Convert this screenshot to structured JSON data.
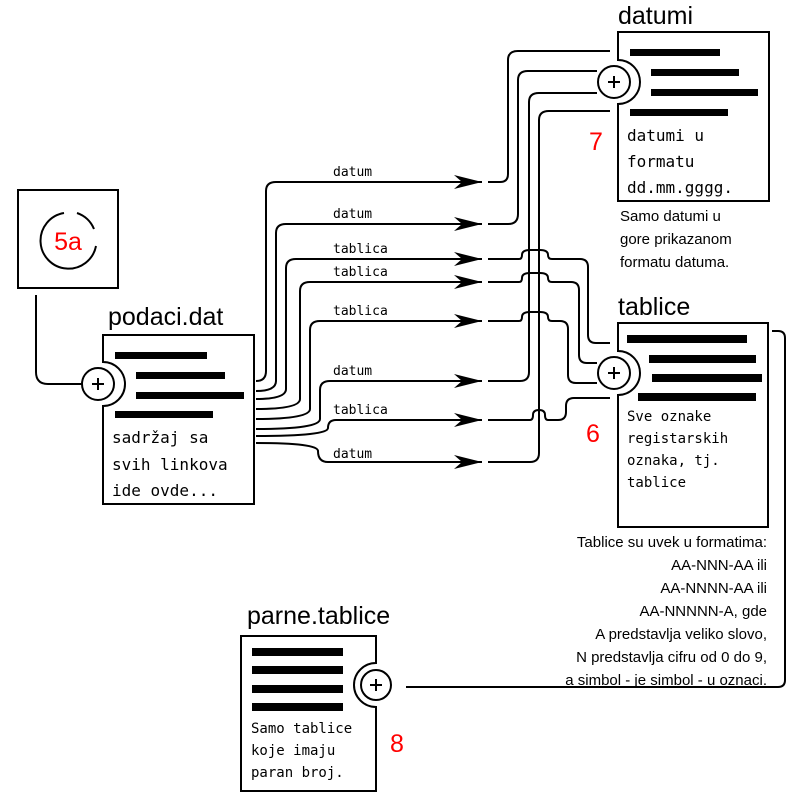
{
  "colors": {
    "step_number": "#ff0000",
    "stroke": "#000000"
  },
  "source_node": {
    "step": "5a",
    "icon": "partial-circle-icon"
  },
  "podaci": {
    "title": "podaci.dat",
    "content_lines": [
      "sadržaj sa",
      "svih linkova",
      "ide ovde..."
    ],
    "port_icon": "plus-circle-icon"
  },
  "links": [
    {
      "label": "datum",
      "target": "datumi"
    },
    {
      "label": "datum",
      "target": "datumi"
    },
    {
      "label": "tablica",
      "target": "tablice"
    },
    {
      "label": "tablica",
      "target": "tablice"
    },
    {
      "label": "tablica",
      "target": "tablice"
    },
    {
      "label": "datum",
      "target": "datumi"
    },
    {
      "label": "tablica",
      "target": "tablice"
    },
    {
      "label": "datum",
      "target": "datumi"
    }
  ],
  "datumi": {
    "title": "datumi",
    "step": "7",
    "content_lines": [
      "datumi u",
      "formatu",
      "dd.mm.gggg."
    ],
    "note_lines": [
      "Samo datumi u",
      "gore prikazanom",
      "formatu datuma."
    ]
  },
  "tablice": {
    "title": "tablice",
    "step": "6",
    "content_lines": [
      "Sve oznake",
      "registarskih",
      "oznaka, tj.",
      "tablice"
    ],
    "note_lines": [
      "Tablice su uvek u formatima:",
      "AA-NNN-AA ili",
      "AA-NNNN-AA ili",
      "AA-NNNNN-A, gde",
      "A predstavlja veliko slovo,",
      "N predstavlja cifru od 0 do 9,",
      "a simbol - je simbol - u oznaci."
    ]
  },
  "parne": {
    "title": "parne.tablice",
    "step": "8",
    "content_lines": [
      "Samo tablice",
      "koje imaju",
      "paran broj."
    ]
  }
}
